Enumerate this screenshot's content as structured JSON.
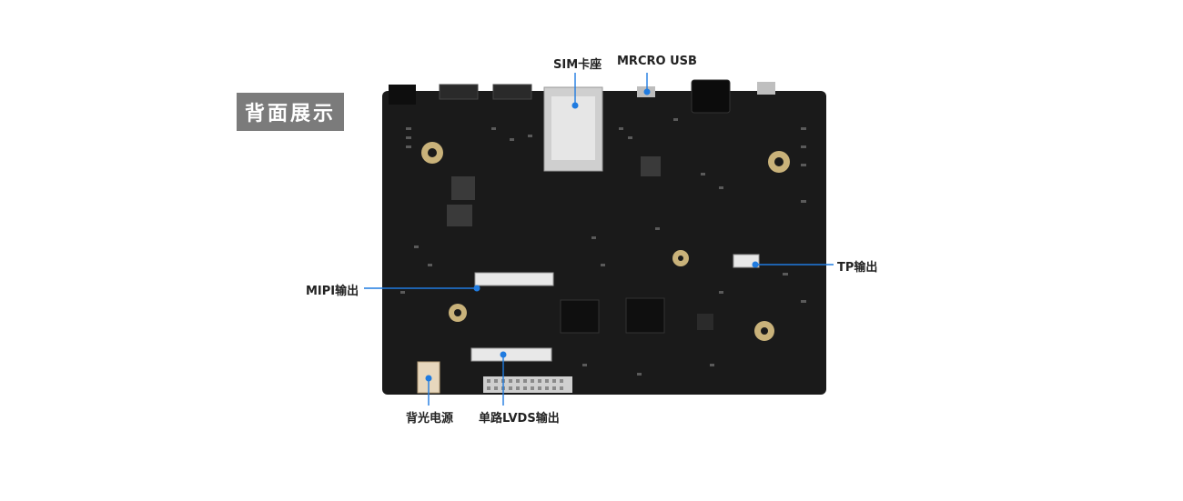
{
  "badge": {
    "text": "背面展示"
  },
  "callouts": {
    "sim": "SIM卡座",
    "usb": "MRCRO USB",
    "tp": "TP输出",
    "mipi": "MIPI输出",
    "backlight": "背光电源",
    "lvds": "单路LVDS输出"
  },
  "colors": {
    "board": "#1a1a1a",
    "leader": "#1f7be0",
    "badge_bg": "#7b7b7b",
    "pad": "#c9b27a"
  }
}
